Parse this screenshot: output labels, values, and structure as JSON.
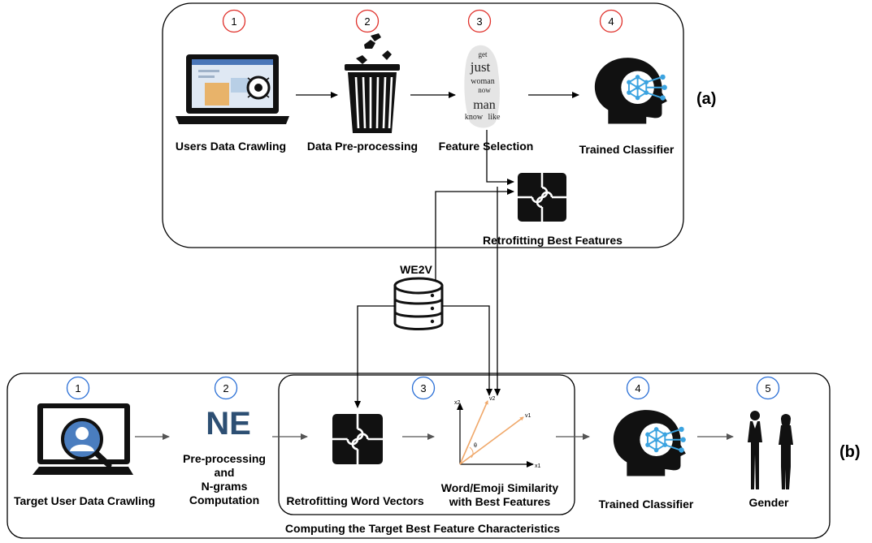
{
  "part_a": {
    "tag": "(a)",
    "steps": [
      {
        "number": "1",
        "label": "Users Data Crawling",
        "icon": "laptop-crawl-icon"
      },
      {
        "number": "2",
        "label": "Data Pre-processing",
        "icon": "trash-bin-icon"
      },
      {
        "number": "3",
        "label": "Feature Selection",
        "icon": "word-cloud-icon"
      },
      {
        "number": "4",
        "label": "Trained Classifier",
        "icon": "ai-head-icon"
      }
    ],
    "retrofit_label": "Retrofitting Best Features",
    "word_cloud": [
      "get",
      "just",
      "woman",
      "now",
      "man",
      "know",
      "like"
    ],
    "number_circle_color": "#e0302a"
  },
  "we2v": {
    "label": "WE2V",
    "icon": "database-icon"
  },
  "part_b": {
    "tag": "(b)",
    "steps": [
      {
        "number": "1",
        "label": "Target User Data Crawling",
        "icon": "laptop-user-search-icon"
      },
      {
        "number": "2",
        "label_lines": [
          "Pre-processing",
          "and",
          "N-grams",
          "Computation"
        ],
        "icon": "ne-logo-icon"
      },
      {
        "number": "3",
        "label": "Retrofitting Word Vectors",
        "icon": "puzzle-icon"
      },
      {
        "label_lines": [
          "Word/Emoji Similarity",
          "with Best Features"
        ],
        "icon": "vector-plot-icon"
      },
      {
        "number": "4",
        "label": "Trained Classifier",
        "icon": "ai-head-icon"
      },
      {
        "number": "5",
        "label": "Gender",
        "icon": "people-icon"
      }
    ],
    "logo_text": "NE",
    "inner_box_label": "Computing the  Target Best Feature Characteristics",
    "vector_plot": {
      "axis_x": "x1",
      "axis_y": "x2",
      "vectors": [
        "v1",
        "v2"
      ],
      "angle": "θ"
    },
    "number_circle_color": "#2a6fd6"
  },
  "colors": {
    "orange": "#f0a86a",
    "ai_blue": "#3ba3e0",
    "logo_blue": "#2d4f73"
  }
}
